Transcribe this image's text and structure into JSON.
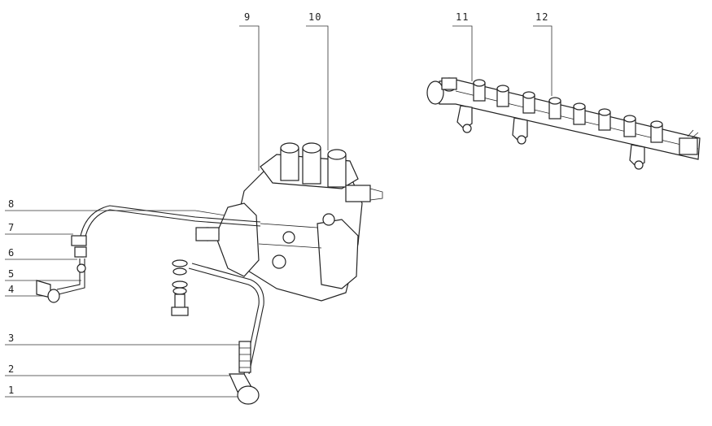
{
  "diagram": {
    "callouts": [
      {
        "id": "1",
        "label": "1"
      },
      {
        "id": "2",
        "label": "2"
      },
      {
        "id": "3",
        "label": "3"
      },
      {
        "id": "4",
        "label": "4"
      },
      {
        "id": "5",
        "label": "5"
      },
      {
        "id": "6",
        "label": "6"
      },
      {
        "id": "7",
        "label": "7"
      },
      {
        "id": "8",
        "label": "8"
      },
      {
        "id": "9",
        "label": "9"
      },
      {
        "id": "10",
        "label": "10"
      },
      {
        "id": "11",
        "label": "11"
      },
      {
        "id": "12",
        "label": "12"
      }
    ]
  },
  "colors": {
    "line": "#222222",
    "background": "#ffffff"
  }
}
